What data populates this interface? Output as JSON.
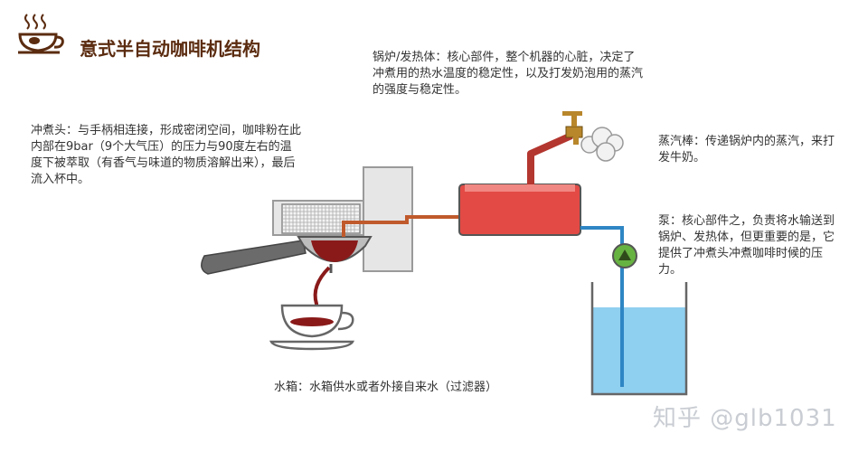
{
  "title": "意式半自动咖啡机结构",
  "colors": {
    "brand": "#5b2c10",
    "boiler": "#e34a45",
    "steam_pipe": "#b3362f",
    "water": "#8fcff0",
    "water_pipe": "#2f86c4",
    "hot_pipe": "#c05a2c",
    "pump": "#67b342",
    "coffee": "#8a1a1a",
    "machine_body": "#d9d9d9"
  },
  "icons": {
    "logo": "coffee-cup-icon",
    "pump": "pump-arrow-icon",
    "steam_valve": "valve-icon"
  },
  "notes": {
    "group_head": "冲煮头：与手柄相连接，形成密闭空间，咖啡粉在此内部在9bar（9个大气压）的压力与90度左右的温度下被萃取（有香气与味道的物质溶解出来），最后流入杯中。",
    "boiler": "锅炉/发热体：核心部件，整个机器的心脏，决定了冲煮用的热水温度的稳定性，以及打发奶泡用的蒸汽的强度与稳定性。",
    "steam_wand": "蒸汽棒：传递锅炉内的蒸汽，来打发牛奶。",
    "pump": "泵：核心部件之，负责将水输送到锅炉、发热体，但更重要的是，它提供了冲煮头冲煮咖啡时候的压力。",
    "tank": "水箱：水箱供水或者外接自来水（过滤器）"
  },
  "watermark": "知乎 @glb1031"
}
